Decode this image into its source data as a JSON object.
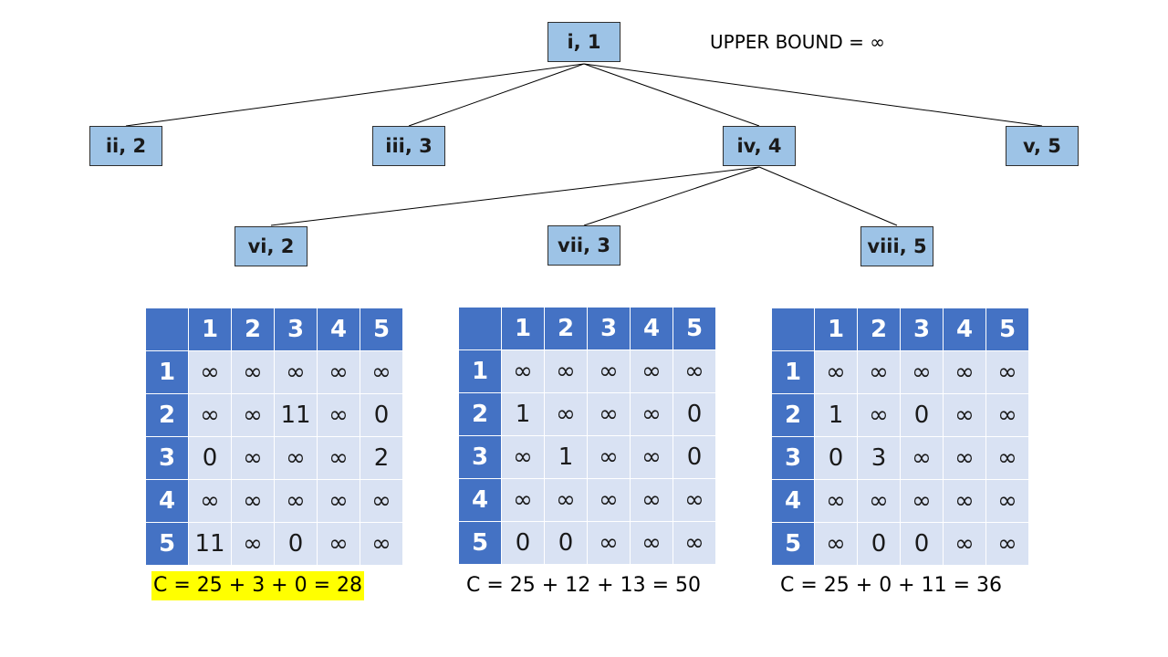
{
  "upper_bound": "UPPER BOUND = ∞",
  "nodes": {
    "n1": "i, 1",
    "n2": "ii, 2",
    "n3": "iii, 3",
    "n4": "iv, 4",
    "n5": "v, 5",
    "n6": "vi, 2",
    "n7": "vii, 3",
    "n8": "viii, 5"
  },
  "col_headers": [
    "1",
    "2",
    "3",
    "4",
    "5"
  ],
  "row_headers": [
    "1",
    "2",
    "3",
    "4",
    "5"
  ],
  "matrices": [
    {
      "rows": [
        [
          "∞",
          "∞",
          "∞",
          "∞",
          "∞"
        ],
        [
          "∞",
          "∞",
          "11",
          "∞",
          "0"
        ],
        [
          "0",
          "∞",
          "∞",
          "∞",
          "2"
        ],
        [
          "∞",
          "∞",
          "∞",
          "∞",
          "∞"
        ],
        [
          "11",
          "∞",
          "0",
          "∞",
          "∞"
        ]
      ],
      "cost": "C = 25 + 3 + 0 = 28",
      "highlight": "#ffff00"
    },
    {
      "rows": [
        [
          "∞",
          "∞",
          "∞",
          "∞",
          "∞"
        ],
        [
          "1",
          "∞",
          "∞",
          "∞",
          "0"
        ],
        [
          "∞",
          "1",
          "∞",
          "∞",
          "0"
        ],
        [
          "∞",
          "∞",
          "∞",
          "∞",
          "∞"
        ],
        [
          "0",
          "0",
          "∞",
          "∞",
          "∞"
        ]
      ],
      "cost": "C = 25 + 12 + 13 = 50"
    },
    {
      "rows": [
        [
          "∞",
          "∞",
          "∞",
          "∞",
          "∞"
        ],
        [
          "1",
          "∞",
          "0",
          "∞",
          "∞"
        ],
        [
          "0",
          "3",
          "∞",
          "∞",
          "∞"
        ],
        [
          "∞",
          "∞",
          "∞",
          "∞",
          "∞"
        ],
        [
          "∞",
          "0",
          "0",
          "∞",
          "∞"
        ]
      ],
      "cost": "C = 25 + 0 + 11 = 36"
    }
  ],
  "colors": {
    "node_fill": "#9dc3e6",
    "header_fill": "#4472c4",
    "cell_fill": "#d9e2f3"
  }
}
